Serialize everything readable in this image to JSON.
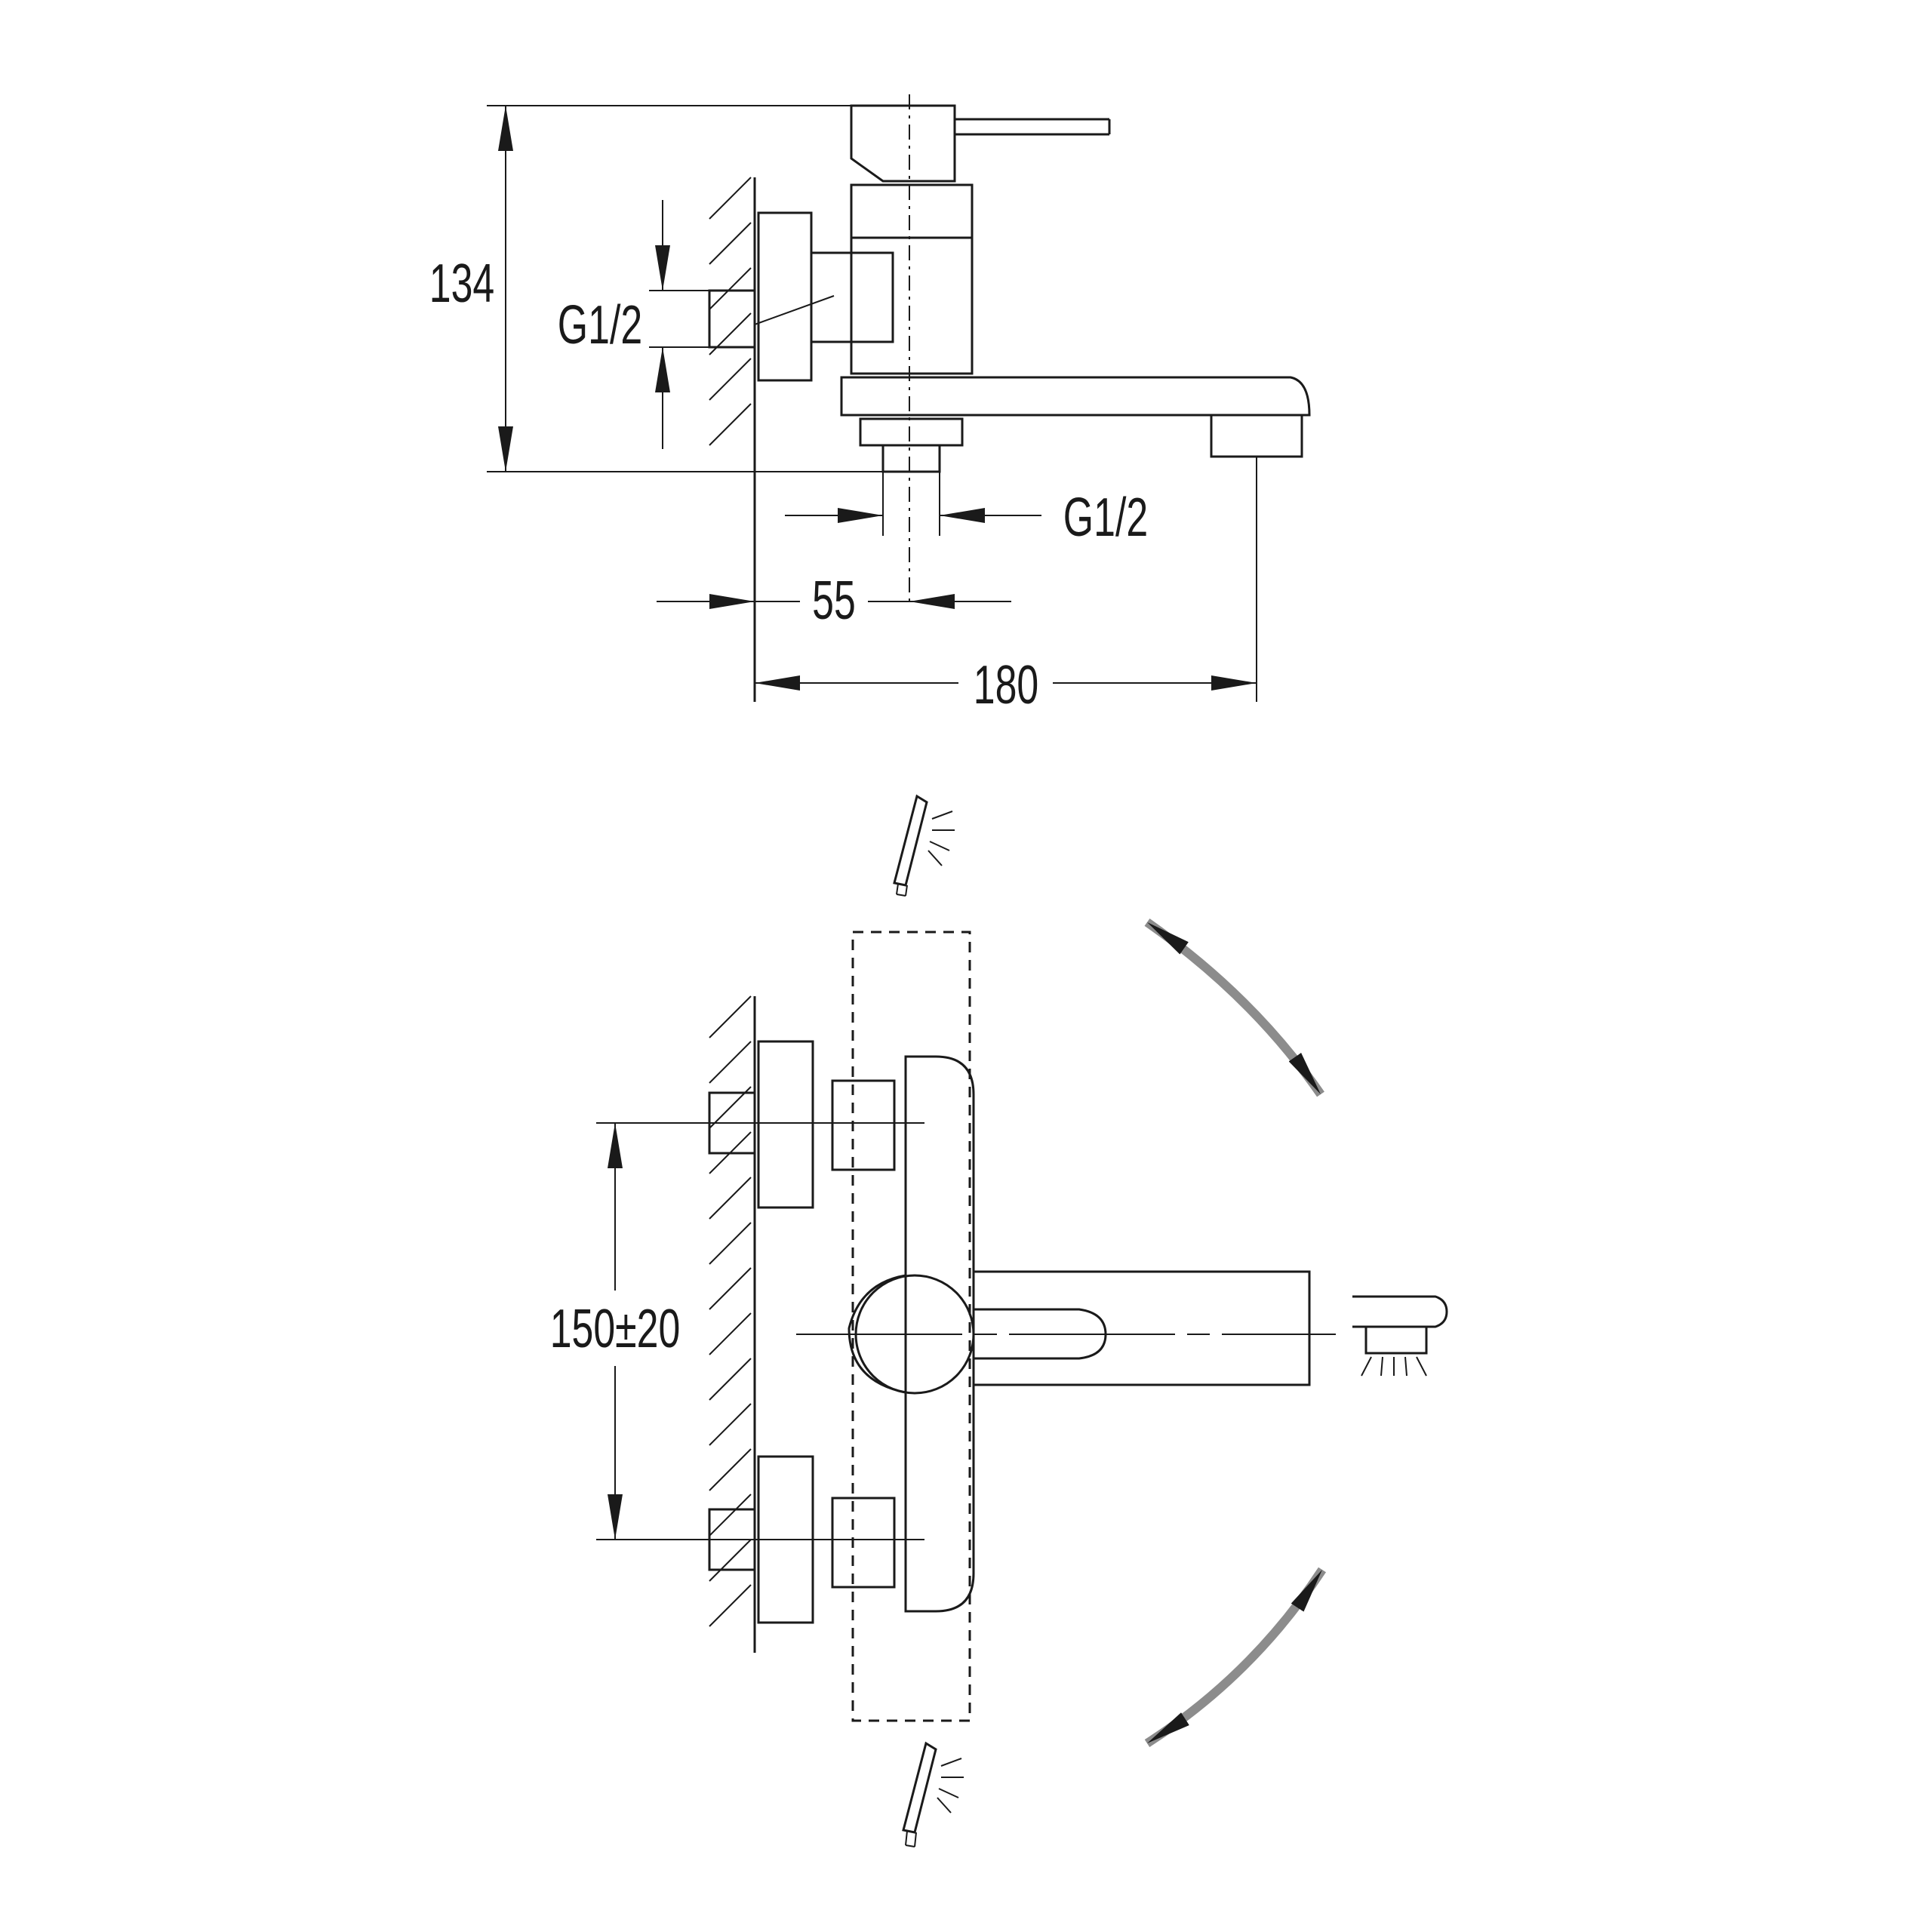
{
  "dimensions": {
    "height": "134",
    "inlet_thread": "G1/2",
    "outlet_thread": "G1/2",
    "wall_to_axis": "55",
    "projection": "180",
    "inlet_spacing": "150±20"
  },
  "colors": {
    "line": "#1a1a1a",
    "rotation_arrow": "#8c8c8c"
  },
  "icons": [
    "hand-shower-icon",
    "spout-outlet-icon",
    "rotation-arrow-icon"
  ]
}
